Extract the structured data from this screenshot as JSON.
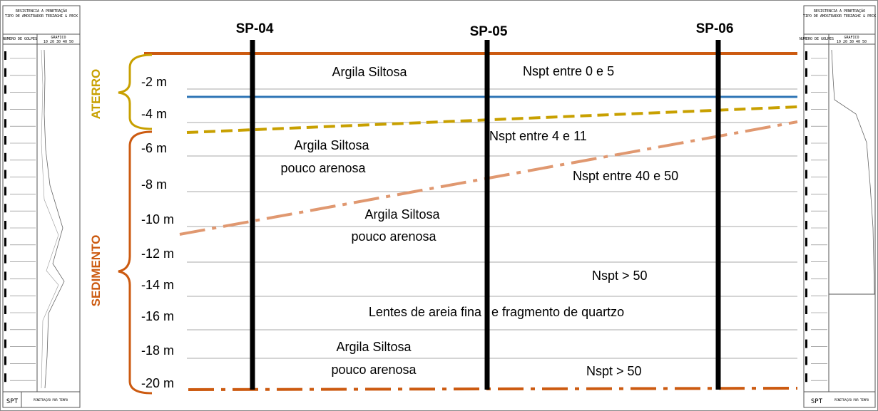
{
  "boreholes": [
    "SP-04",
    "SP-05",
    "SP-06"
  ],
  "depths": [
    "-2 m",
    "-4 m",
    "-6 m",
    "-8 m",
    "-10 m",
    "-12 m",
    "-14 m",
    "-16 m",
    "-18 m",
    "-20 m"
  ],
  "units": {
    "aterro": "ATERRO",
    "sedimento": "SEDIMENTO"
  },
  "layers": {
    "l1": "Argila Siltosa",
    "l2a": "Argila Siltosa",
    "l2b": "pouco arenosa",
    "l3a": "Argila Siltosa",
    "l3b": "pouco arenosa",
    "l4a": "Lentes de areia fina",
    "l4b": "e fragmento de quartzo",
    "l5a": "Argila Siltosa",
    "l5b": "pouco arenosa"
  },
  "nspt": {
    "n1": "Nspt entre 0 e 5",
    "n2": "Nspt entre 4 e 11",
    "n3": "Nspt entre 40 e 50",
    "n4": "Nspt > 50",
    "n5": "Nspt > 50"
  },
  "spt_log": {
    "title1": "RESISTENCIA A PENETRAÇÃO",
    "title2": "TIPO DE AMOSTRADOR TERZAGHI & PECK",
    "col1": "NUMERO DE GOLPES",
    "col2": "GRAFICO",
    "scale": "10 20 30 40 50",
    "footer": "SPT",
    "footer2": "PENETRAÇÃO POR TEMPO"
  },
  "colors": {
    "aterro": "#c8a000",
    "sedimento": "#cc5a10",
    "top_line": "#cc5a10",
    "water": "#2e74b5",
    "dashed_aterro": "#c8a000",
    "dashdot": "#e09870",
    "bottom": "#cc5a10"
  }
}
